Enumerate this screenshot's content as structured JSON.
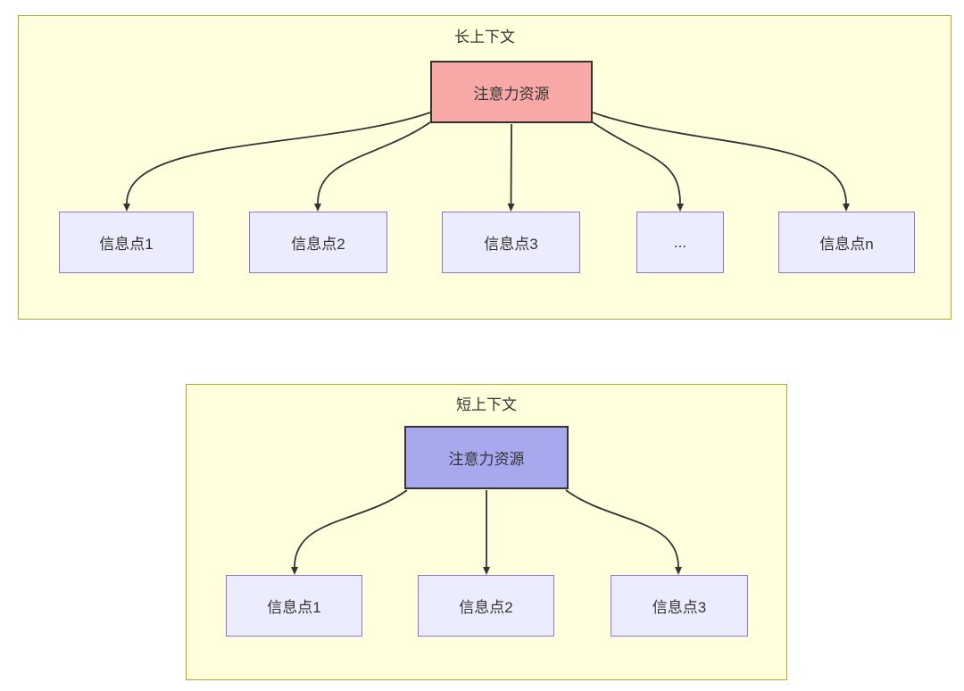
{
  "colors": {
    "panel_fill": "#ffffde",
    "panel_border": "#aaaa33",
    "node_fill": "#ececff",
    "node_border": "#9370db",
    "attention_long_fill": "#f9a8a8",
    "attention_short_fill": "#a8a8ef",
    "attention_border": "#333333",
    "arrow": "#333333",
    "text": "#333333"
  },
  "long_context": {
    "title": "长上下文",
    "attention_node": "注意力资源",
    "info_nodes": [
      "信息点1",
      "信息点2",
      "信息点3",
      "...",
      "信息点n"
    ]
  },
  "short_context": {
    "title": "短上下文",
    "attention_node": "注意力资源",
    "info_nodes": [
      "信息点1",
      "信息点2",
      "信息点3"
    ]
  }
}
